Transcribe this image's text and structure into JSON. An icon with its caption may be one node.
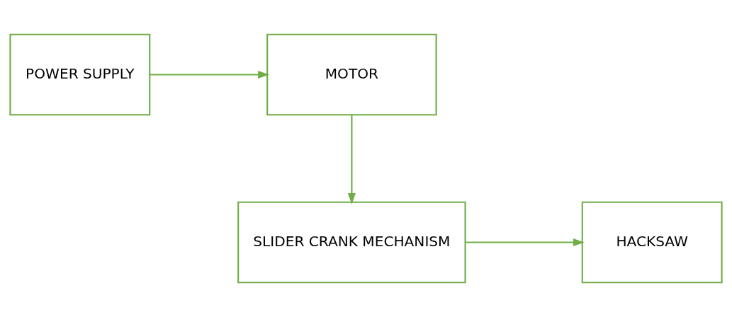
{
  "diagram": {
    "nodes": [
      {
        "text": [
          "POWER SUPPLY"
        ]
      },
      {
        "text": [
          "MOTOR"
        ]
      },
      {
        "text": [
          "SLIDER CRANK MECHANISM"
        ]
      },
      {
        "text": [
          "HACKSAW"
        ]
      }
    ],
    "edges": [
      {
        "from": 0,
        "to": 1,
        "arrow": "to"
      },
      {
        "from": 1,
        "to": 2,
        "arrow": "to"
      },
      {
        "from": 2,
        "to": 3,
        "arrow": "to"
      }
    ]
  }
}
